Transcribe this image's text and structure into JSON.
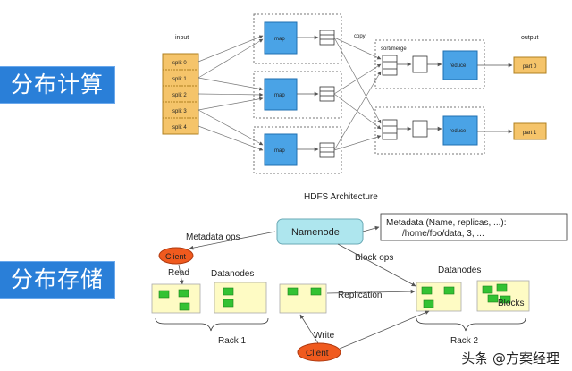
{
  "side_labels": {
    "compute": "分布计算",
    "storage": "分布存储"
  },
  "mapreduce": {
    "input_title": "input",
    "splits": [
      "split 0",
      "split 1",
      "split 2",
      "split 3",
      "split 4"
    ],
    "map_label": "map",
    "copy_label": "copy",
    "sort_merge_label": "sort/merge",
    "reduce_label": "reduce",
    "output_title": "output",
    "parts": [
      "part 0",
      "part 1"
    ]
  },
  "hdfs": {
    "title": "HDFS Architecture",
    "namenode": "Namenode",
    "metadata_ops": "Metadata ops",
    "metadata_line1": "Metadata (Name, replicas, ...):",
    "metadata_line2": "/home/foo/data, 3, ...",
    "client_top": "Client",
    "read": "Read",
    "datanodes_left": "Datanodes",
    "block_ops": "Block ops",
    "datanodes_right": "Datanodes",
    "replication": "Replication",
    "blocks": "Blocks",
    "rack1": "Rack 1",
    "rack2": "Rack 2",
    "write": "Write",
    "client_bottom": "Client"
  },
  "watermark": "头条 @方案经理"
}
